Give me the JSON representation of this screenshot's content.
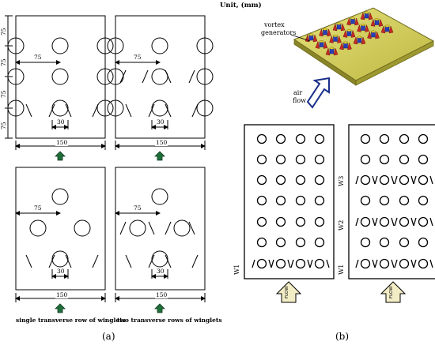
{
  "figure": {
    "unit_label": "Unit, (mm)",
    "panel_a_label": "(a)",
    "panel_b_label": "(b)",
    "dimensions": {
      "spacing_75": "75",
      "diameter_30": "30",
      "width_150": "150"
    },
    "captions": {
      "single_row": "single transverse row of winglets",
      "two_rows": "two transverse rows of winglets"
    },
    "panel_b": {
      "vortex_generators_label_line1": "vortex",
      "vortex_generators_label_line2": "generators",
      "air_flow_line1": "air",
      "air_flow_line2": "flow",
      "flow_arrow_label": "FLOW",
      "row_labels_left": [
        "W1"
      ],
      "row_labels_right": [
        "W3",
        "W2",
        "W1"
      ]
    }
  }
}
